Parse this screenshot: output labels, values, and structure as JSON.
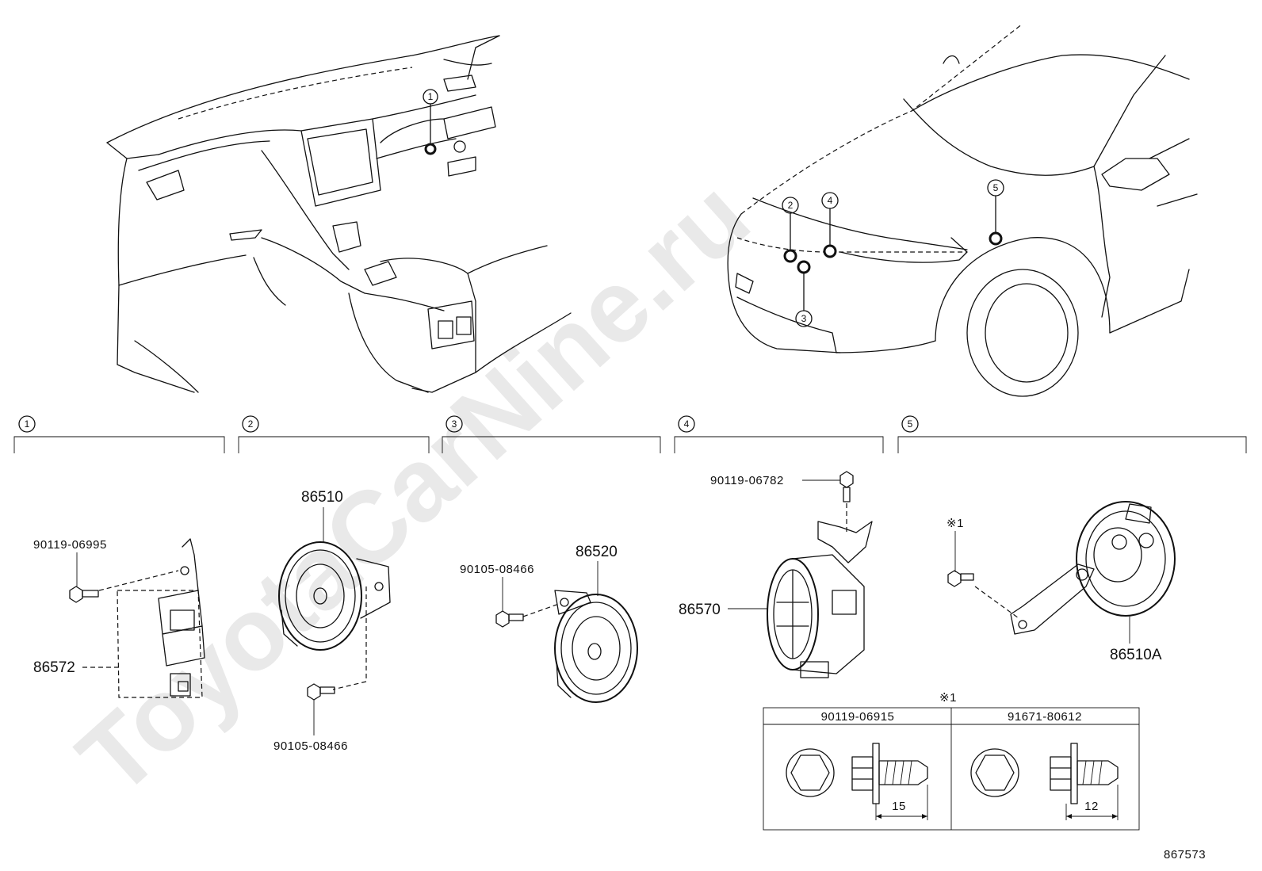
{
  "watermark": "ToyotaCarNine.ru",
  "location_markers": [
    "1",
    "2",
    "3",
    "4",
    "5"
  ],
  "sections": [
    {
      "number": "1"
    },
    {
      "number": "2"
    },
    {
      "number": "3"
    },
    {
      "number": "4"
    },
    {
      "number": "5"
    }
  ],
  "parts": {
    "p_90119_06995": "90119-06995",
    "p_86572": "86572",
    "p_86510": "86510",
    "p_90105_08466_a": "90105-08466",
    "p_90105_08466_b": "90105-08466",
    "p_86520": "86520",
    "p_90119_06782": "90119-06782",
    "p_86570": "86570",
    "p_86510A": "86510A",
    "note_mark": "※1"
  },
  "fastener_table": {
    "title": "※1",
    "columns": [
      "90119-06915",
      "91671-80612"
    ],
    "dimensions": [
      "15",
      "12"
    ]
  },
  "diagram_id": "867573"
}
